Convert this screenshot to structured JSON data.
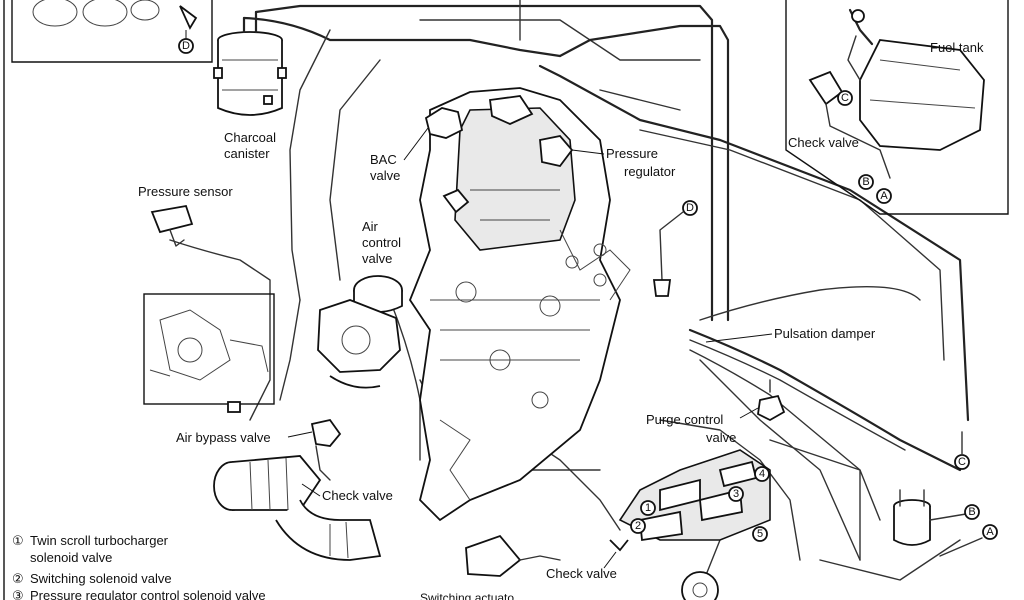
{
  "labels": {
    "charcoal_canister_1": "Charcoal",
    "charcoal_canister_2": "canister",
    "bac_valve_1": "BAC",
    "bac_valve_2": "valve",
    "pressure_regulator_1": "Pressure",
    "pressure_regulator_2": "regulator",
    "fuel_tank": "Fuel tank",
    "check_valve_tank": "Check valve",
    "pressure_sensor": "Pressure sensor",
    "air_control_valve_1": "Air",
    "air_control_valve_2": "control",
    "air_control_valve_3": "valve",
    "pulsation_damper": "Pulsation damper",
    "air_bypass_valve": "Air bypass valve",
    "purge_control_valve_1": "Purge control",
    "purge_control_valve_2": "valve",
    "check_valve_left": "Check valve",
    "check_valve_bottom": "Check valve",
    "switching_actuator_partial": "Switching actuato"
  },
  "connectors": {
    "A": "A",
    "B": "B",
    "C": "C",
    "D": "D"
  },
  "legend": {
    "item1_num": "①",
    "item1_line1": "Twin scroll turbocharger",
    "item1_line2": "solenoid valve",
    "item2_num": "②",
    "item2_line1": "Switching solenoid valve",
    "item3_num": "③",
    "item3_line1": "Pressure regulator control solenoid valve"
  },
  "callouts": {
    "n1": "1",
    "n2": "2",
    "n3": "3",
    "n4": "4",
    "n5": "5"
  }
}
